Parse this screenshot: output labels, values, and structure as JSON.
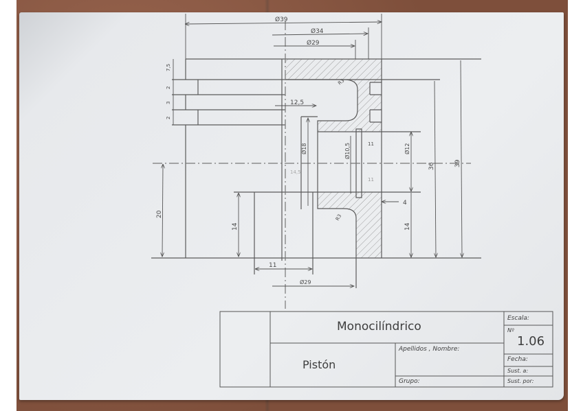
{
  "drawing": {
    "type": "technical-drawing",
    "subject": "piston cross-section",
    "dimensions": {
      "top_diameters": [
        "Ø39",
        "Ø34",
        "Ø29"
      ],
      "left_stack": [
        "7,5",
        "2",
        "3",
        "2"
      ],
      "radius_top": "R3",
      "inner_offset": "12,5",
      "pin_bore": "Ø18",
      "pin_hole": "Ø10,5",
      "pin_depth_1": "11",
      "pin_depth_2": "11",
      "faint_center": "14,5",
      "right_diameter": "Ø12",
      "right_36": "36",
      "right_39": "39",
      "right_14": "14",
      "left_20": "20",
      "left_14": "14",
      "wall_4": "4",
      "radius_bottom": "R3",
      "bottom_11": "11",
      "bottom_diameter": "Ø29"
    }
  },
  "title_block": {
    "project": "Monocilíndrico",
    "part_name": "Pistón",
    "name_label": "Apellidos , Nombre:",
    "group_label": "Grupo:",
    "scale_label": "Escala:",
    "number_label": "Nº",
    "number_value": "1.06",
    "date_label": "Fecha:",
    "subst_a_label": "Sust. a:",
    "subst_by_label": "Sust. por:"
  }
}
